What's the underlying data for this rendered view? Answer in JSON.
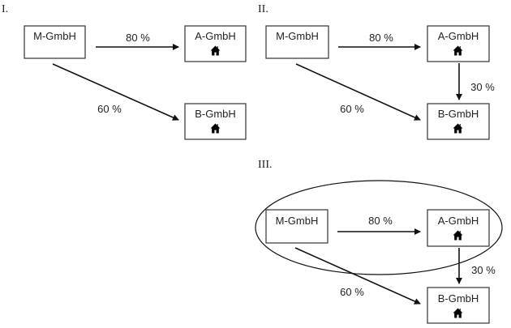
{
  "diagrams": [
    {
      "label": "I.",
      "nodes": {
        "m": "M-GmbH",
        "a": "A-GmbH",
        "b": "B-GmbH"
      },
      "edges": {
        "m_a": "80 %",
        "m_b": "60 %"
      },
      "icons": {
        "a": "house-icon",
        "b": "house-icon"
      }
    },
    {
      "label": "II.",
      "nodes": {
        "m": "M-GmbH",
        "a": "A-GmbH",
        "b": "B-GmbH"
      },
      "edges": {
        "m_a": "80 %",
        "m_b": "60 %",
        "a_b": "30 %"
      },
      "icons": {
        "a": "house-icon",
        "b": "house-icon"
      }
    },
    {
      "label": "III.",
      "nodes": {
        "m": "M-GmbH",
        "a": "A-GmbH",
        "b": "B-GmbH"
      },
      "edges": {
        "m_a": "80 %",
        "m_b": "60 %",
        "a_b": "30 %"
      },
      "icons": {
        "a": "house-icon",
        "b": "house-icon"
      },
      "grouping": "ellipse enclosing M-GmbH and A-GmbH"
    }
  ]
}
